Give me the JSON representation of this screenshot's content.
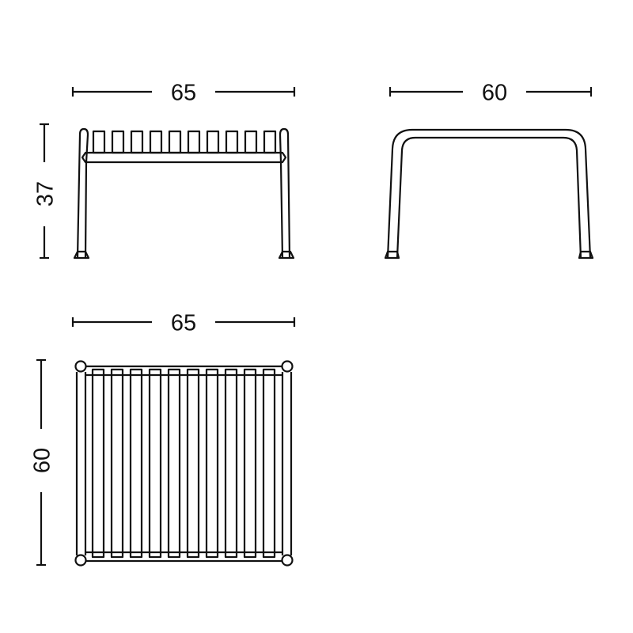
{
  "diagram": {
    "type": "technical-dimension-drawing",
    "subject": "slatted stool",
    "units_shown": false,
    "stroke_color": "#111111",
    "background_color": "#ffffff",
    "views": {
      "front": {
        "width_label": "65",
        "height_label": "37",
        "slat_count": 10
      },
      "side": {
        "width_label": "60"
      },
      "top": {
        "width_label": "65",
        "depth_label": "60",
        "slat_count": 10
      }
    }
  }
}
